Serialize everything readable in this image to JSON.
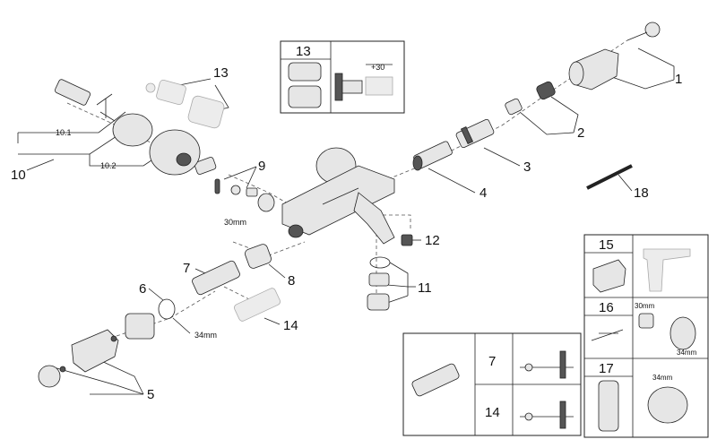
{
  "callouts": {
    "c1": "1",
    "c2": "2",
    "c3": "3",
    "c4": "4",
    "c5": "5",
    "c6": "6",
    "c7": "7",
    "c8": "8",
    "c9": "9",
    "c10": "10",
    "c10_1": "10.1",
    "c10_2": "10.2",
    "c11": "11",
    "c12": "12",
    "c13": "13",
    "c14": "14",
    "c18": "18"
  },
  "dimensions": {
    "nut_30mm": "30mm",
    "ring_34mm": "34mm"
  },
  "inset_13": {
    "number": "13",
    "extension": "+30"
  },
  "inset_table": {
    "row_15": "15",
    "row_16": "16",
    "row_16_dim_a": "30mm",
    "row_16_dim_b": "34mm",
    "row_17": "17",
    "row_17_dim": "34mm"
  },
  "inset_7_14": {
    "row_a": "7",
    "row_b": "14"
  }
}
